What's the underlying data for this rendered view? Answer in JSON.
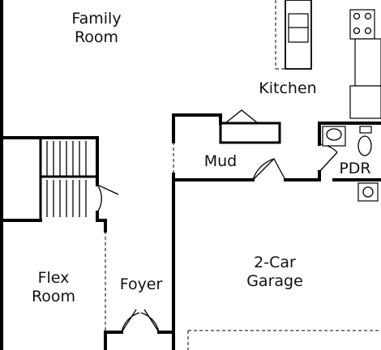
{
  "plan": {
    "rooms": {
      "family_room": [
        "Family",
        "Room"
      ],
      "kitchen": "Kitchen",
      "mud": "Mud",
      "pdr": "PDR",
      "flex_room": [
        "Flex",
        "Room"
      ],
      "foyer": "Foyer",
      "garage": [
        "2-Car",
        "Garage"
      ]
    },
    "colors": {
      "wall": "#000000",
      "text": "#111111",
      "background": "#ffffff"
    }
  }
}
